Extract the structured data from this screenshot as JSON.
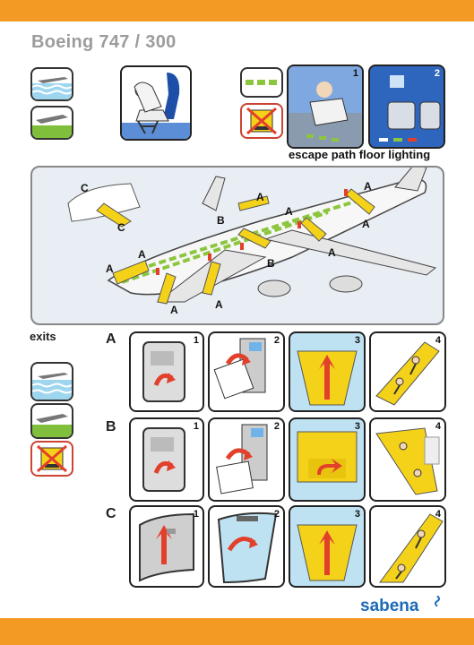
{
  "header": {
    "title": "Boeing 747 / 300"
  },
  "captions": {
    "floor_lighting": "escape path floor lighting",
    "exits": "exits"
  },
  "brand": {
    "name": "sabena"
  },
  "diagram_labels": {
    "a": "A",
    "b": "B",
    "c": "C"
  },
  "sequence_steps": [
    "1",
    "2",
    "3",
    "4"
  ],
  "exit_rows": [
    {
      "label": "A"
    },
    {
      "label": "B"
    },
    {
      "label": "C"
    }
  ],
  "top_panels": [
    {
      "step": "1"
    },
    {
      "step": "2"
    }
  ],
  "colors": {
    "accent_orange": "#f39a25",
    "brand_blue": "#1d6ab6",
    "slide_yellow": "#f4d21a",
    "arrow_red": "#e2402b",
    "floor_green": "#8cc63f",
    "cabin_blue": "#5b8ed6"
  }
}
